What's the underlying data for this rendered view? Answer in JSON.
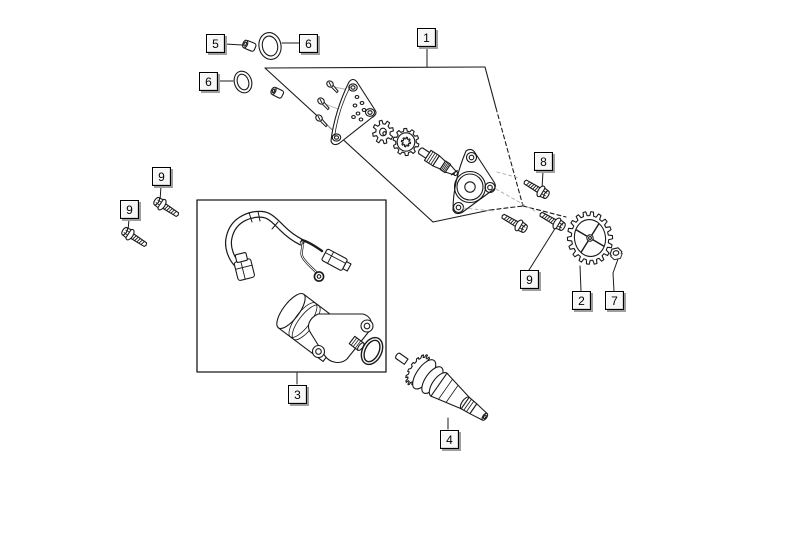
{
  "figure": {
    "background": "#ffffff",
    "line_color": "#1a1a1a",
    "guide_line_color": "#ababab",
    "callout_face": "#f7f7f7",
    "callout_border": "#000000",
    "callout_shadow": "#9e9e9e"
  },
  "callouts": [
    {
      "key": "callout-5",
      "number": "5"
    },
    {
      "key": "callout-6-top",
      "number": "6"
    },
    {
      "key": "callout-6-left",
      "number": "6"
    },
    {
      "key": "callout-1",
      "number": "1"
    },
    {
      "key": "callout-9-left-upper",
      "number": "9"
    },
    {
      "key": "callout-9-left-lower",
      "number": "9"
    },
    {
      "key": "callout-8",
      "number": "8"
    },
    {
      "key": "callout-9-right",
      "number": "9"
    },
    {
      "key": "callout-2",
      "number": "2"
    },
    {
      "key": "callout-7",
      "number": "7"
    },
    {
      "key": "callout-3",
      "number": "3"
    },
    {
      "key": "callout-4",
      "number": "4"
    }
  ]
}
